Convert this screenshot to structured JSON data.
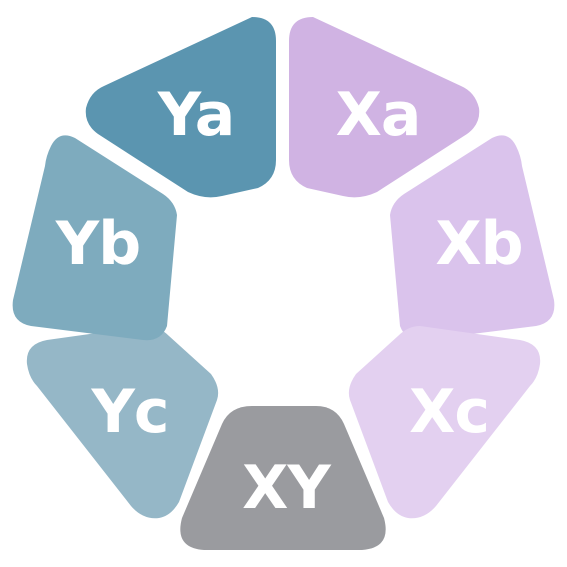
{
  "segments": [
    {
      "id": "ya",
      "label": "Ya",
      "color": "#5b95b0"
    },
    {
      "id": "xa",
      "label": "Xa",
      "color": "#d0b3e3"
    },
    {
      "id": "xb",
      "label": "Xb",
      "color": "#dac3ec"
    },
    {
      "id": "xc",
      "label": "Xc",
      "color": "#e3d0f0"
    },
    {
      "id": "xy",
      "label": "XY",
      "color": "#9a9b9f"
    },
    {
      "id": "yc",
      "label": "Yc",
      "color": "#95b7c7"
    },
    {
      "id": "yb",
      "label": "Yb",
      "color": "#7eabbe"
    }
  ]
}
